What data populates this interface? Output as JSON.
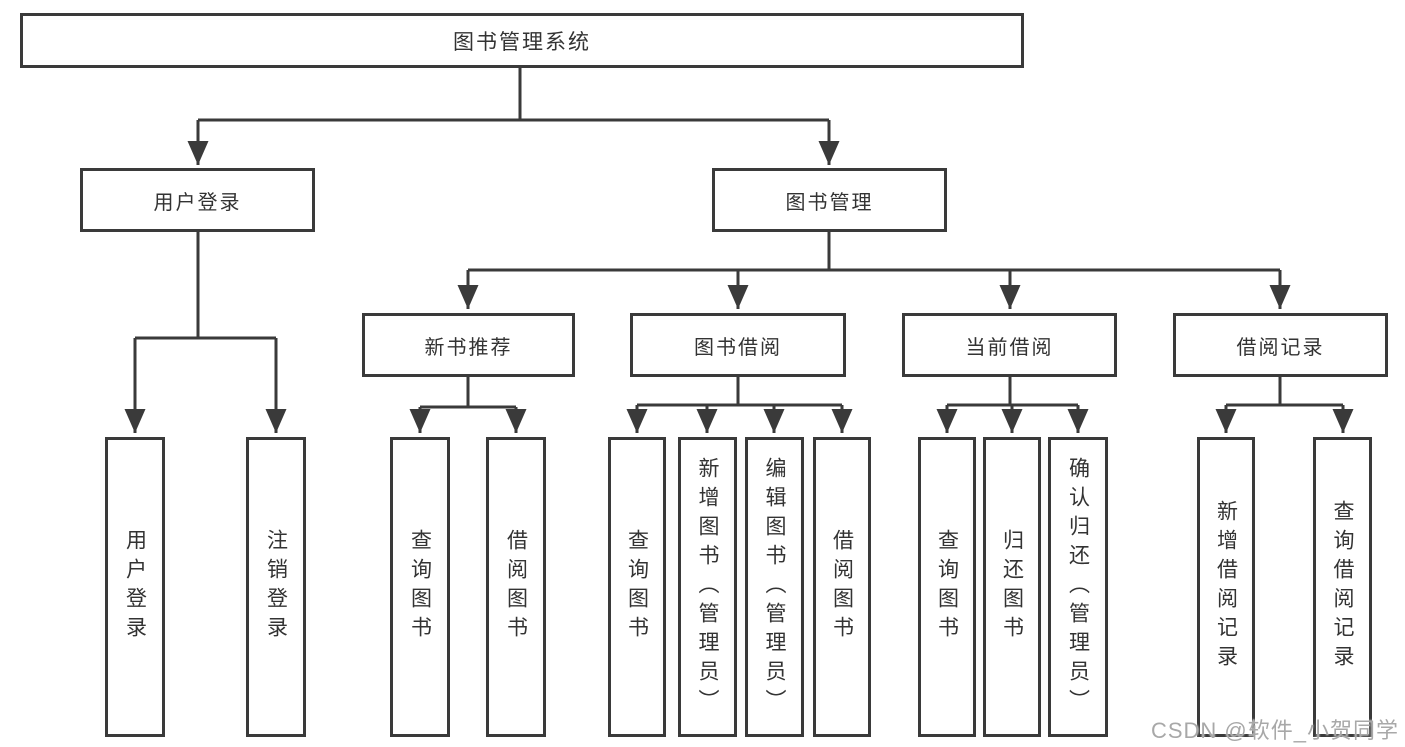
{
  "root": {
    "label": "图书管理系统"
  },
  "branches": [
    {
      "label": "用户登录"
    },
    {
      "label": "图书管理"
    }
  ],
  "modules": [
    {
      "label": "新书推荐"
    },
    {
      "label": "图书借阅"
    },
    {
      "label": "当前借阅"
    },
    {
      "label": "借阅记录"
    }
  ],
  "leaves": {
    "user_login": [
      {
        "label": "用户登录"
      },
      {
        "label": "注销登录"
      }
    ],
    "new_book_recommend": [
      {
        "label": "查询图书"
      },
      {
        "label": "借阅图书"
      }
    ],
    "book_borrow": [
      {
        "label": "查询图书"
      },
      {
        "label": "新增图书（管理员）"
      },
      {
        "label": "编辑图书（管理员）"
      },
      {
        "label": "借阅图书"
      }
    ],
    "current_borrow": [
      {
        "label": "查询图书"
      },
      {
        "label": "归还图书"
      },
      {
        "label": "确认归还（管理员）"
      }
    ],
    "borrow_records": [
      {
        "label": "新增借阅记录"
      },
      {
        "label": "查询借阅记录"
      }
    ]
  },
  "watermark": {
    "text": "CSDN @软件_小贺同学"
  },
  "colors": {
    "line": "#3a3a3a",
    "text": "#333333",
    "background": "#ffffff",
    "watermark": "#a8a8a8"
  }
}
